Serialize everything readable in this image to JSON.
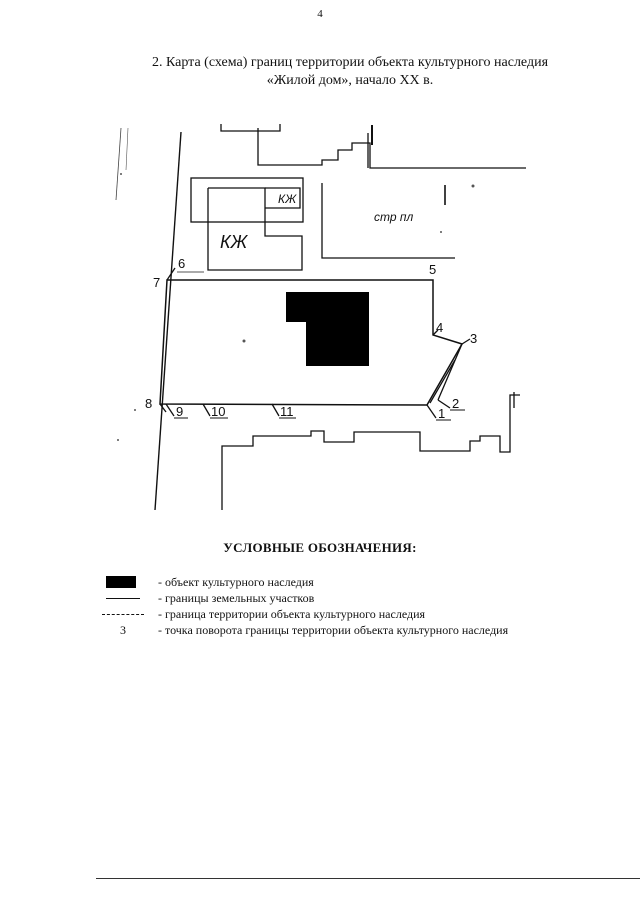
{
  "page": {
    "number": "4"
  },
  "title": {
    "line1": "2. Карта (схема) границ территории объекта культурного наследия",
    "line2": "«Жилой дом», начало XX в."
  },
  "map": {
    "labels": {
      "kzh_small": "КЖ",
      "kzh_large": "КЖ",
      "str_pl": "стр  пл"
    },
    "points": [
      "1",
      "2",
      "3",
      "4",
      "5",
      "6",
      "7",
      "8",
      "9",
      "10",
      "11"
    ]
  },
  "legend": {
    "heading": "УСЛОВНЫЕ ОБОЗНАЧЕНИЯ:",
    "items": [
      {
        "symbol": "",
        "text": "- объект культурного наследия"
      },
      {
        "symbol": "",
        "text": "- границы земельных участков"
      },
      {
        "symbol": "",
        "text": "- граница территории объекта культурного наследия"
      },
      {
        "symbol": "3",
        "text": "- точка поворота границы территории объекта культурного наследия"
      }
    ]
  }
}
